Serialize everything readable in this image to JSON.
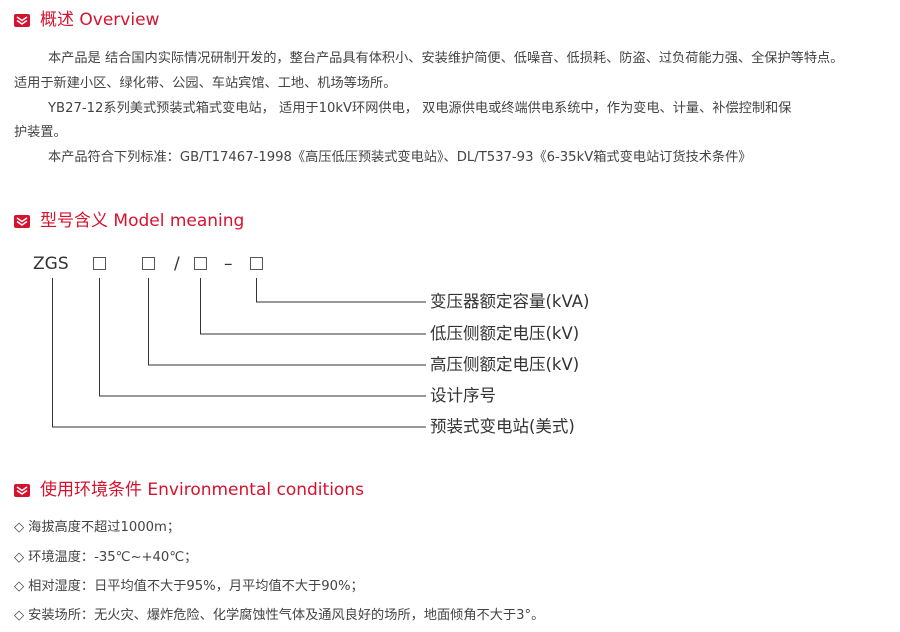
{
  "overview": {
    "title": "概述 Overview",
    "para1_line1": "本产品是 结合国内实际情况研制开发的，整台产品具有体积小、安装维护简便、低噪音、低损耗、防盗、过负荷能力强、全保护等特点。",
    "para1_line2": "适用于新建小区、绿化带、公园、车站宾馆、工地、机场等场所。",
    "para2_line1": "YB27-12系列美式预装式箱式变电站， 适用于10kV环网供电， 双电源供电或终端供电系统中，作为变电、计量、补偿控制和保",
    "para2_line2": "护装置。",
    "para3": "本产品符合下列标准：GB/T17467-1998《高压低压预装式变电站》、DL/T537-93《6-35kV箱式变电站订货技术条件》"
  },
  "model": {
    "title": "型号含义 Model meaning",
    "prefix": "ZGS",
    "slash": "/",
    "dash": "–",
    "labels": [
      "变压器额定容量(kVA)",
      "低压侧额定电压(kV)",
      "高压侧额定电压(kV)",
      "设计序号",
      "预装式变电站(美式)"
    ]
  },
  "env": {
    "title": "使用环境条件 Environmental conditions",
    "bullet": "◇",
    "items": [
      "海拔高度不超过1000m；",
      "环境温度：-35℃~+40℃；",
      "相对湿度：日平均值不大于95%，月平均值不大于90%；",
      "安装场所：无火灾、爆炸危险、化学腐蚀性气体及通风良好的场所，地面倾角不大于3°。"
    ]
  },
  "colors": {
    "accent": "#d7122e",
    "text": "#333333",
    "line": "#333333"
  },
  "icons": {
    "section_badge": "chevron-badge-icon"
  }
}
